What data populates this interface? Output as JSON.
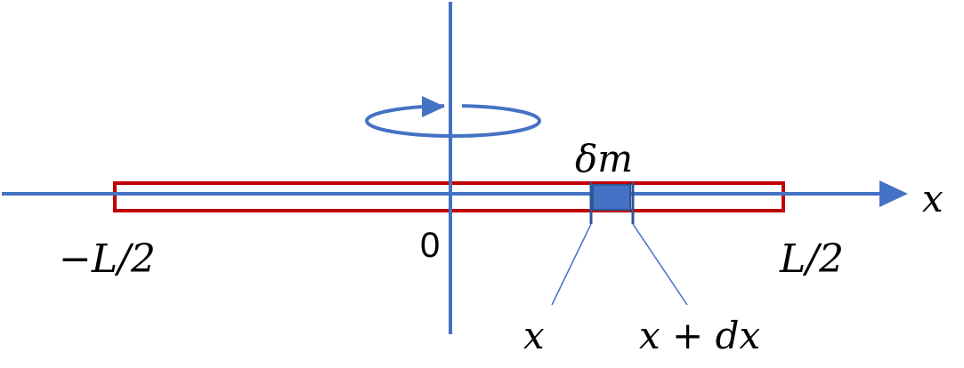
{
  "diagram": {
    "labels": {
      "x_axis": "x",
      "left_end": "−L/2",
      "origin": "0",
      "right_end": "L/2",
      "element_mass": "δm",
      "element_start": "x",
      "element_end": "x + dx"
    },
    "colors": {
      "axis": "#4472c4",
      "rod": "#c00000",
      "element_fill": "#4472c4",
      "leader_line": "#4472c4",
      "text": "#000000",
      "background": "#ffffff"
    }
  }
}
